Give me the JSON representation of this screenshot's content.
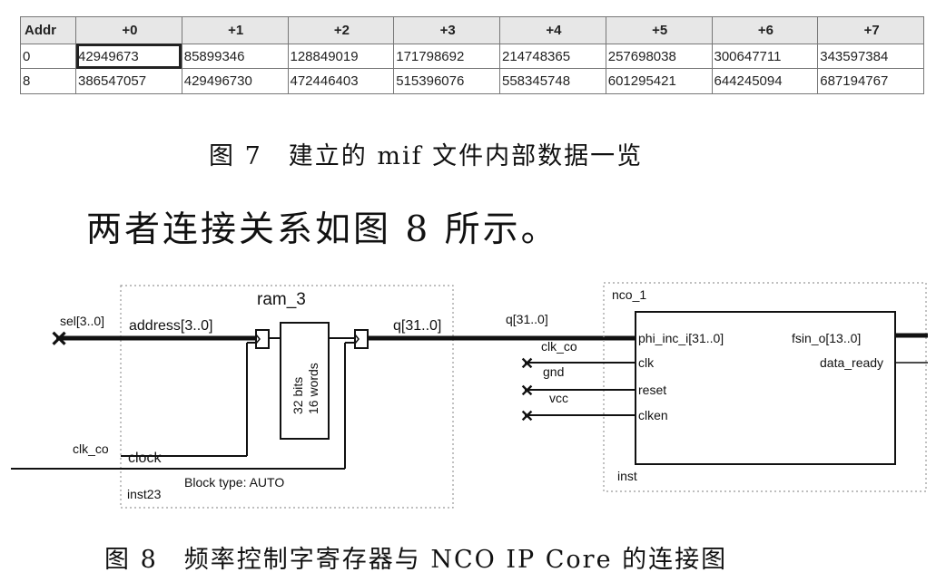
{
  "table": {
    "headers": [
      "Addr",
      "+0",
      "+1",
      "+2",
      "+3",
      "+4",
      "+5",
      "+6",
      "+7"
    ],
    "rows": [
      [
        "0",
        "42949673",
        "85899346",
        "128849019",
        "171798692",
        "214748365",
        "257698038",
        "300647711",
        "343597384"
      ],
      [
        "8",
        "386547057",
        "429496730",
        "472446403",
        "515396076",
        "558345748",
        "601295421",
        "644245094",
        "687194767"
      ]
    ]
  },
  "fig7_caption": "图 7　建立的 mif 文件内部数据一览",
  "body_text": "两者连接关系如图 8 所示。",
  "diagram": {
    "ram": {
      "title": "ram_3",
      "port_address": "address[3..0]",
      "port_clock": "clock",
      "port_q": "q[31..0]",
      "core_line1": "32 bits",
      "core_line2": "16 words",
      "instance": "inst23",
      "block_type": "Block type: AUTO"
    },
    "nco": {
      "title": "nco_1",
      "port_phi": "phi_inc_i[31..0]",
      "port_clk": "clk",
      "port_reset": "reset",
      "port_clken": "clken",
      "port_fsin": "fsin_o[13..0]",
      "port_data_ready": "data_ready",
      "instance": "inst"
    },
    "signals": {
      "sel": "sel[3..0]",
      "clk_co_ram": "clk_co",
      "q_bus": "q[31..0]",
      "clk_co_nco": "clk_co",
      "gnd": "gnd",
      "vcc": "vcc"
    }
  },
  "fig8_caption": "图 8　频率控制字寄存器与 NCO IP Core 的连接图"
}
